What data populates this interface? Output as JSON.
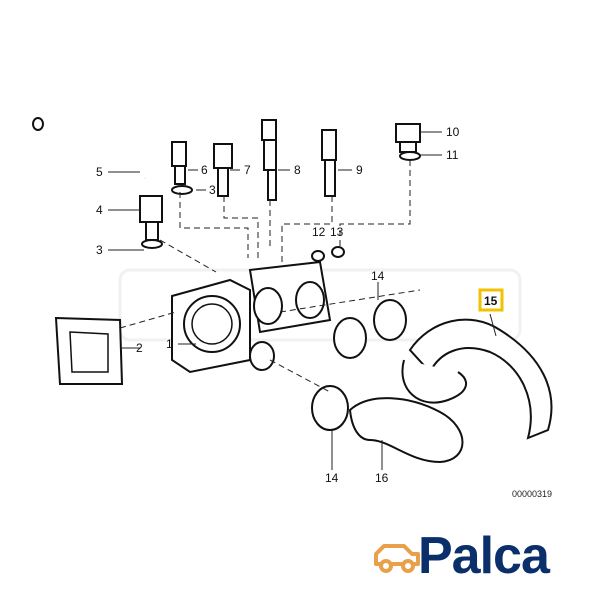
{
  "diagram": {
    "callouts": {
      "c1": "1",
      "c2": "2",
      "c3a": "3",
      "c3b": "3",
      "c4": "4",
      "c5": "5",
      "c6": "6",
      "c7": "7",
      "c8": "8",
      "c9": "9",
      "c10": "10",
      "c11": "11",
      "c12": "12",
      "c13": "13",
      "c14a": "14",
      "c14b": "14",
      "c15": "15",
      "c16": "16"
    },
    "highlighted_part": "15",
    "reference_code": "00000319",
    "highlight_color": "#f2c200"
  },
  "brand": {
    "name": "Palca",
    "color": "#0b2f6b",
    "accent": "#e9a04a",
    "logo_icon": "car-icon"
  }
}
